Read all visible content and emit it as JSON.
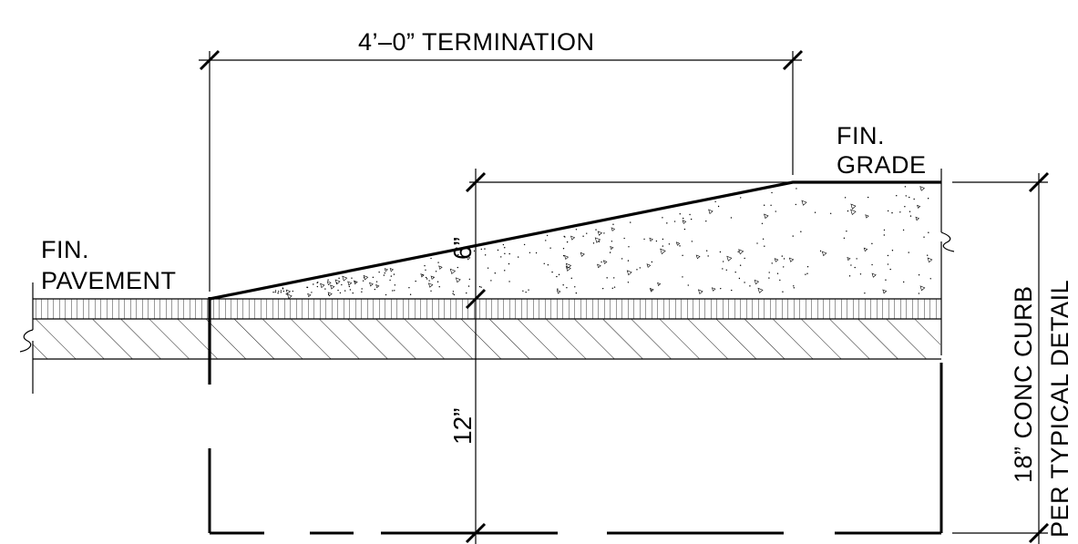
{
  "labels": {
    "termination": "4’–0” TERMINATION",
    "fin_grade_1": "FIN.",
    "fin_grade_2": "GRADE",
    "fin_pavement_1": "FIN.",
    "fin_pavement_2": "PAVEMENT",
    "dim_6": "6”",
    "dim_12": "12”",
    "curb_1": "18” CONC CURB",
    "curb_2": "PER TYPICAL DETAIL"
  }
}
